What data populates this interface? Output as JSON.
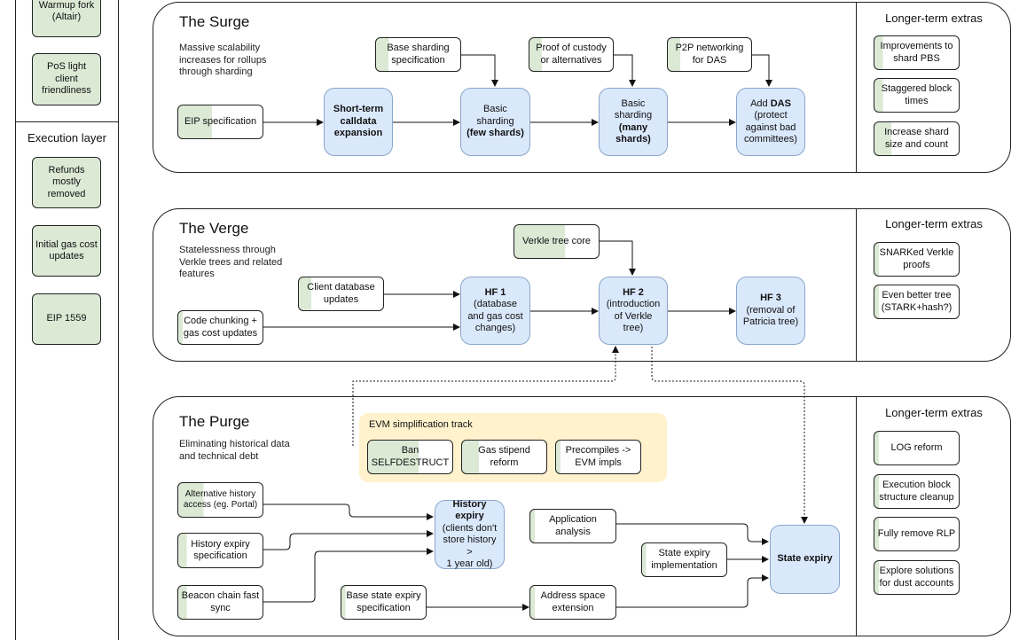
{
  "sidebar": {
    "items_top": [
      {
        "label": "Warmup fork (Altair)",
        "progress": 1.0
      },
      {
        "label": "PoS light client friendliness",
        "progress": 1.0
      }
    ],
    "section_label": "Execution layer",
    "items": [
      {
        "label": "Refunds mostly removed",
        "progress": 1.0
      },
      {
        "label": "Initial gas cost updates",
        "progress": 1.0
      },
      {
        "label": "EIP 1559",
        "progress": 1.0
      }
    ]
  },
  "surge": {
    "title": "The Surge",
    "description": "Massive scalability increases for rollups through sharding",
    "extras_title": "Longer-term extras",
    "boxes": {
      "eip_spec": {
        "label": "EIP specification",
        "progress": 0.4
      },
      "base_sharding_spec": {
        "label": "Base sharding specification",
        "progress": 0.15
      },
      "proof_custody": {
        "label": "Proof of custody or alternatives",
        "progress": 0.15
      },
      "p2p": {
        "label": "P2P networking for DAS",
        "progress": 0.15
      }
    },
    "milestones": {
      "calldata": {
        "line1": "Short-term",
        "line2": "calldata",
        "line3": "expansion"
      },
      "few_shards": {
        "line1": "Basic",
        "line2": "sharding",
        "line3": "(few shards)"
      },
      "many_shards": {
        "line1": "Basic",
        "line2": "sharding",
        "line3": "(many",
        "line4": "shards)"
      },
      "das": {
        "line1a": "Add ",
        "line1b": "DAS",
        "line2": "(protect",
        "line3": "against bad",
        "line4": "committees)"
      }
    },
    "extras": [
      {
        "label": "Improvements to shard PBS",
        "progress": 0.1
      },
      {
        "label": "Staggered block times",
        "progress": 0.1
      },
      {
        "label": "Increase shard size and count",
        "progress": 0.2
      }
    ]
  },
  "verge": {
    "title": "The Verge",
    "description": "Statelessness through Verkle trees and related features",
    "extras_title": "Longer-term extras",
    "boxes": {
      "verkle_core": {
        "label": "Verkle tree core",
        "progress": 0.6
      },
      "client_db": {
        "label": "Client database updates",
        "progress": 0.15
      },
      "code_chunking": {
        "label": "Code chunking + gas cost updates",
        "progress": 0.05
      }
    },
    "milestones": {
      "hf1": {
        "title": "HF 1",
        "line2": "(database",
        "line3": "and gas cost",
        "line4": "changes)"
      },
      "hf2": {
        "title": "HF 2",
        "line2": "(introduction",
        "line3": "of Verkle",
        "line4": "tree)"
      },
      "hf3": {
        "title": "HF 3",
        "line2": "(removal of",
        "line3": "Patricia tree)"
      }
    },
    "extras": [
      {
        "label": "SNARKed Verkle proofs",
        "progress": 0.05
      },
      {
        "label": "Even better tree (STARK+hash?)",
        "progress": 0.05
      }
    ]
  },
  "purge": {
    "title": "The Purge",
    "description": "Eliminating historical data and technical debt",
    "extras_title": "Longer-term extras",
    "evm_track": {
      "title": "EVM simplification track",
      "items": [
        {
          "label": "Ban SELFDESTRUCT",
          "progress": 0.6
        },
        {
          "label": "Gas stipend reform",
          "progress": 0.2
        },
        {
          "label": "Precompiles -> EVM impls",
          "progress": 0.05
        }
      ]
    },
    "boxes": {
      "alt_history": {
        "label": "Alternative history access (eg. Portal)",
        "progress": 0.3
      },
      "history_spec": {
        "label": "History expiry specification",
        "progress": 0.1
      },
      "beacon_sync": {
        "label": "Beacon chain fast sync",
        "progress": 0.1
      },
      "app_analysis": {
        "label": "Application analysis",
        "progress": 0.05
      },
      "state_expiry_impl": {
        "label": "State expiry implementation",
        "progress": 0.05
      },
      "base_state_spec": {
        "label": "Base state expiry specification",
        "progress": 0.05
      },
      "address_space": {
        "label": "Address space extension",
        "progress": 0.05
      }
    },
    "milestones": {
      "history_expiry": {
        "title1": "History",
        "title2": "expiry",
        "line3": "(clients don't",
        "line4": "store history >",
        "line5": "1 year old)"
      },
      "state_expiry": {
        "title": "State expiry"
      }
    },
    "extras": [
      {
        "label": "LOG reform",
        "progress": 0.05
      },
      {
        "label": "Execution block structure cleanup",
        "progress": 0.05
      },
      {
        "label": "Fully remove RLP",
        "progress": 0.05
      },
      {
        "label": "Explore solutions for dust accounts",
        "progress": 0.05
      }
    ]
  },
  "colors": {
    "progress_fill": "#dbe9d5",
    "milestone_fill": "#dae8fc",
    "milestone_border": "#8aa6c9",
    "evm_track_fill": "#fff2cc"
  }
}
